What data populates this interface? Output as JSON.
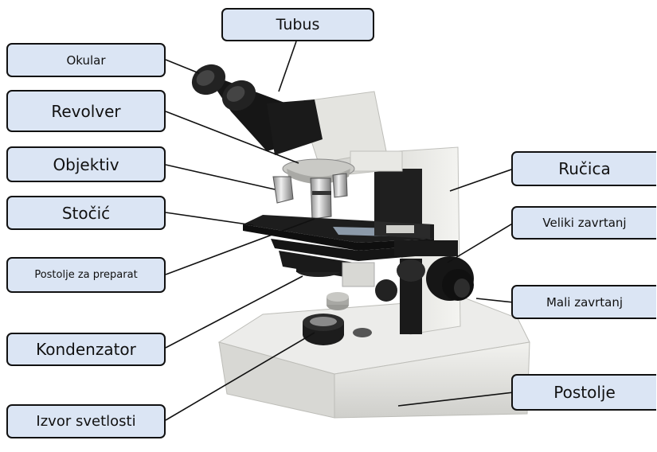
{
  "labels": {
    "tubus": "Tubus",
    "okular": "Okular",
    "revolver": "Revolver",
    "objektiv": "Objektiv",
    "stocic": "Stočić",
    "postolje_za_preparat": "Postolje za preparat",
    "kondenzator": "Kondenzator",
    "izvor_svetlosti": "Izvor svetlosti",
    "rucica": "Ručica",
    "veliki_zavrtanj": "Veliki zavrtanj",
    "mali_zavrtanj": "Mali zavrtanj",
    "postolje": "Postolje"
  },
  "colors": {
    "label_fill": "#dbe5f4",
    "label_border": "#111111",
    "leader_line": "#111111",
    "microscope_body": "#e9e9e6",
    "microscope_dark": "#1a1a1a"
  }
}
